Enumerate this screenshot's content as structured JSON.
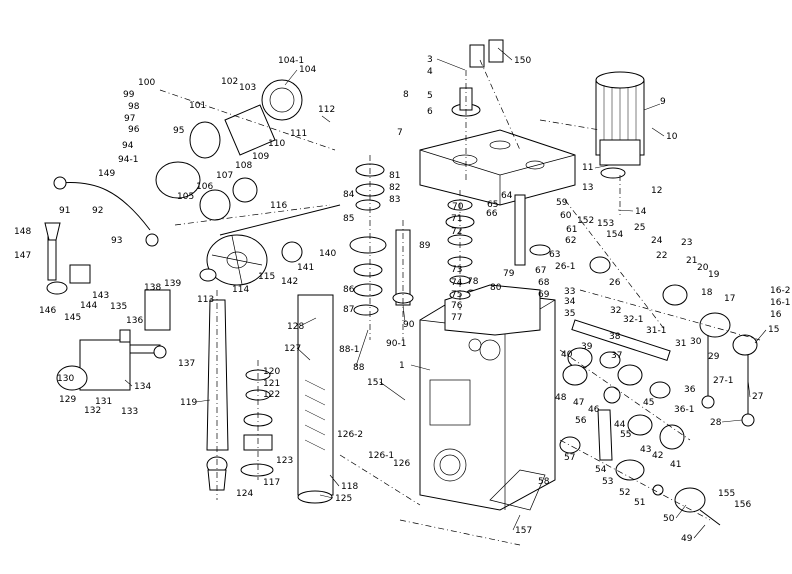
{
  "diagram": {
    "labels": [
      "1",
      "3",
      "4",
      "5",
      "6",
      "7",
      "8",
      "9",
      "10",
      "11",
      "12",
      "13",
      "14",
      "15",
      "16",
      "16-1",
      "16-2",
      "17",
      "18",
      "19",
      "20",
      "21",
      "22",
      "23",
      "24",
      "25",
      "26",
      "26-1",
      "27",
      "27-1",
      "28",
      "29",
      "30",
      "31",
      "31-1",
      "32",
      "32-1",
      "33",
      "34",
      "35",
      "36",
      "36-1",
      "37",
      "38",
      "39",
      "40",
      "41",
      "42",
      "43",
      "44",
      "45",
      "46",
      "47",
      "48",
      "49",
      "50",
      "51",
      "52",
      "53",
      "54",
      "55",
      "56",
      "57",
      "58",
      "59",
      "60",
      "61",
      "62",
      "63",
      "64",
      "65",
      "66",
      "67",
      "68",
      "69",
      "70",
      "71",
      "72",
      "73",
      "74",
      "75",
      "76",
      "77",
      "78",
      "79",
      "80",
      "81",
      "82",
      "83",
      "84",
      "85",
      "86",
      "87",
      "88",
      "88-1",
      "89",
      "90",
      "90-1",
      "91",
      "92",
      "93",
      "94",
      "94-1",
      "95",
      "96",
      "97",
      "98",
      "99",
      "100",
      "101",
      "102",
      "103",
      "104",
      "104-1",
      "105",
      "106",
      "107",
      "108",
      "109",
      "110",
      "111",
      "112",
      "113",
      "114",
      "115",
      "116",
      "117",
      "118",
      "119",
      "120",
      "121",
      "122",
      "123",
      "124",
      "125",
      "126",
      "126-1",
      "126-2",
      "127",
      "128",
      "129",
      "130",
      "131",
      "132",
      "133",
      "134",
      "135",
      "136",
      "137",
      "138",
      "139",
      "140",
      "141",
      "142",
      "143",
      "144",
      "145",
      "146",
      "147",
      "148",
      "149",
      "150",
      "151",
      "152",
      "153",
      "154",
      "155",
      "156",
      "157"
    ]
  }
}
